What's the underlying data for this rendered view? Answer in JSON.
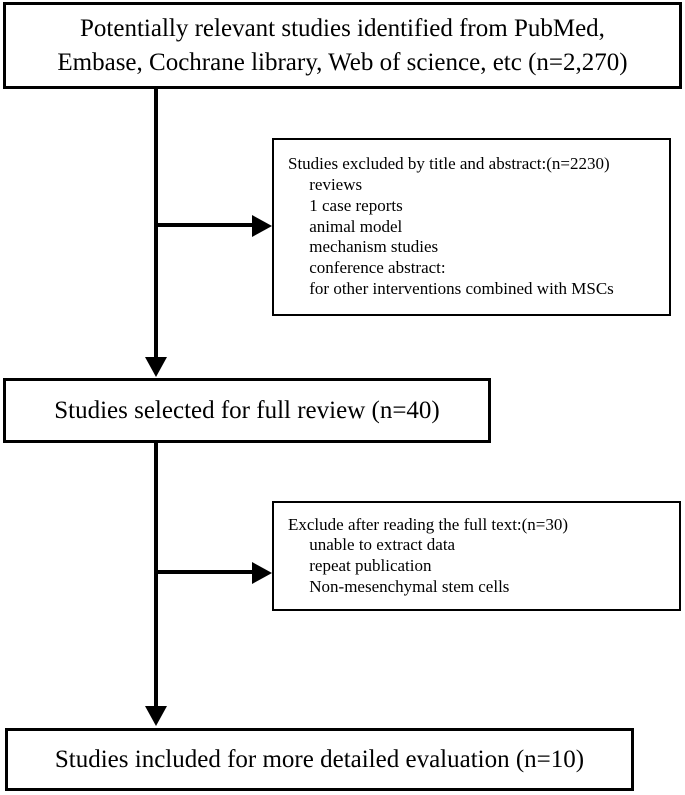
{
  "figure": {
    "type": "flowchart",
    "title": "Study selection flow diagram",
    "orientation": "top-to-bottom",
    "stroke_color": "#000000",
    "fill_color": "#ffffff"
  },
  "nodes": {
    "identified": {
      "text": "Potentially relevant studies identified from PubMed,\nEmbase, Cochrane library, Web of science, etc (n=2,270)",
      "count": 2270,
      "align": "center"
    },
    "excluded_title_abstract": {
      "text": "Studies excluded by title and abstract:(n=2230)\n     reviews\n     1 case reports\n     animal model\n     mechanism studies\n     conference abstract:\n     for other interventions combined with MSCs",
      "count": 2230,
      "align": "left",
      "reasons": [
        "reviews",
        "1 case reports",
        "animal model",
        "mechanism studies",
        "conference abstract:",
        "for other interventions combined with MSCs"
      ]
    },
    "selected_full_review": {
      "text": "Studies selected for full review (n=40)",
      "count": 40,
      "align": "center"
    },
    "excluded_full_text": {
      "text": "Exclude after reading the full text:(n=30)\n     unable to extract data\n     repeat publication\n     Non-mesenchymal stem cells",
      "count": 30,
      "align": "left",
      "reasons": [
        "unable to extract data",
        "repeat publication",
        "Non-mesenchymal stem cells"
      ]
    },
    "included_final": {
      "text": "Studies included for more detailed evaluation (n=10)",
      "count": 10,
      "align": "center"
    }
  },
  "connectors": [
    {
      "name": "identified-to-selected",
      "from": "identified",
      "to": "selected_full_review",
      "direction": "down",
      "arrowhead": true
    },
    {
      "name": "identified-to-excluded-title-abstract",
      "from": "identified",
      "to": "excluded_title_abstract",
      "direction": "right",
      "arrowhead": true
    },
    {
      "name": "selected-to-included",
      "from": "selected_full_review",
      "to": "included_final",
      "direction": "down",
      "arrowhead": true
    },
    {
      "name": "selected-to-excluded-full-text",
      "from": "selected_full_review",
      "to": "excluded_full_text",
      "direction": "right",
      "arrowhead": true
    }
  ]
}
